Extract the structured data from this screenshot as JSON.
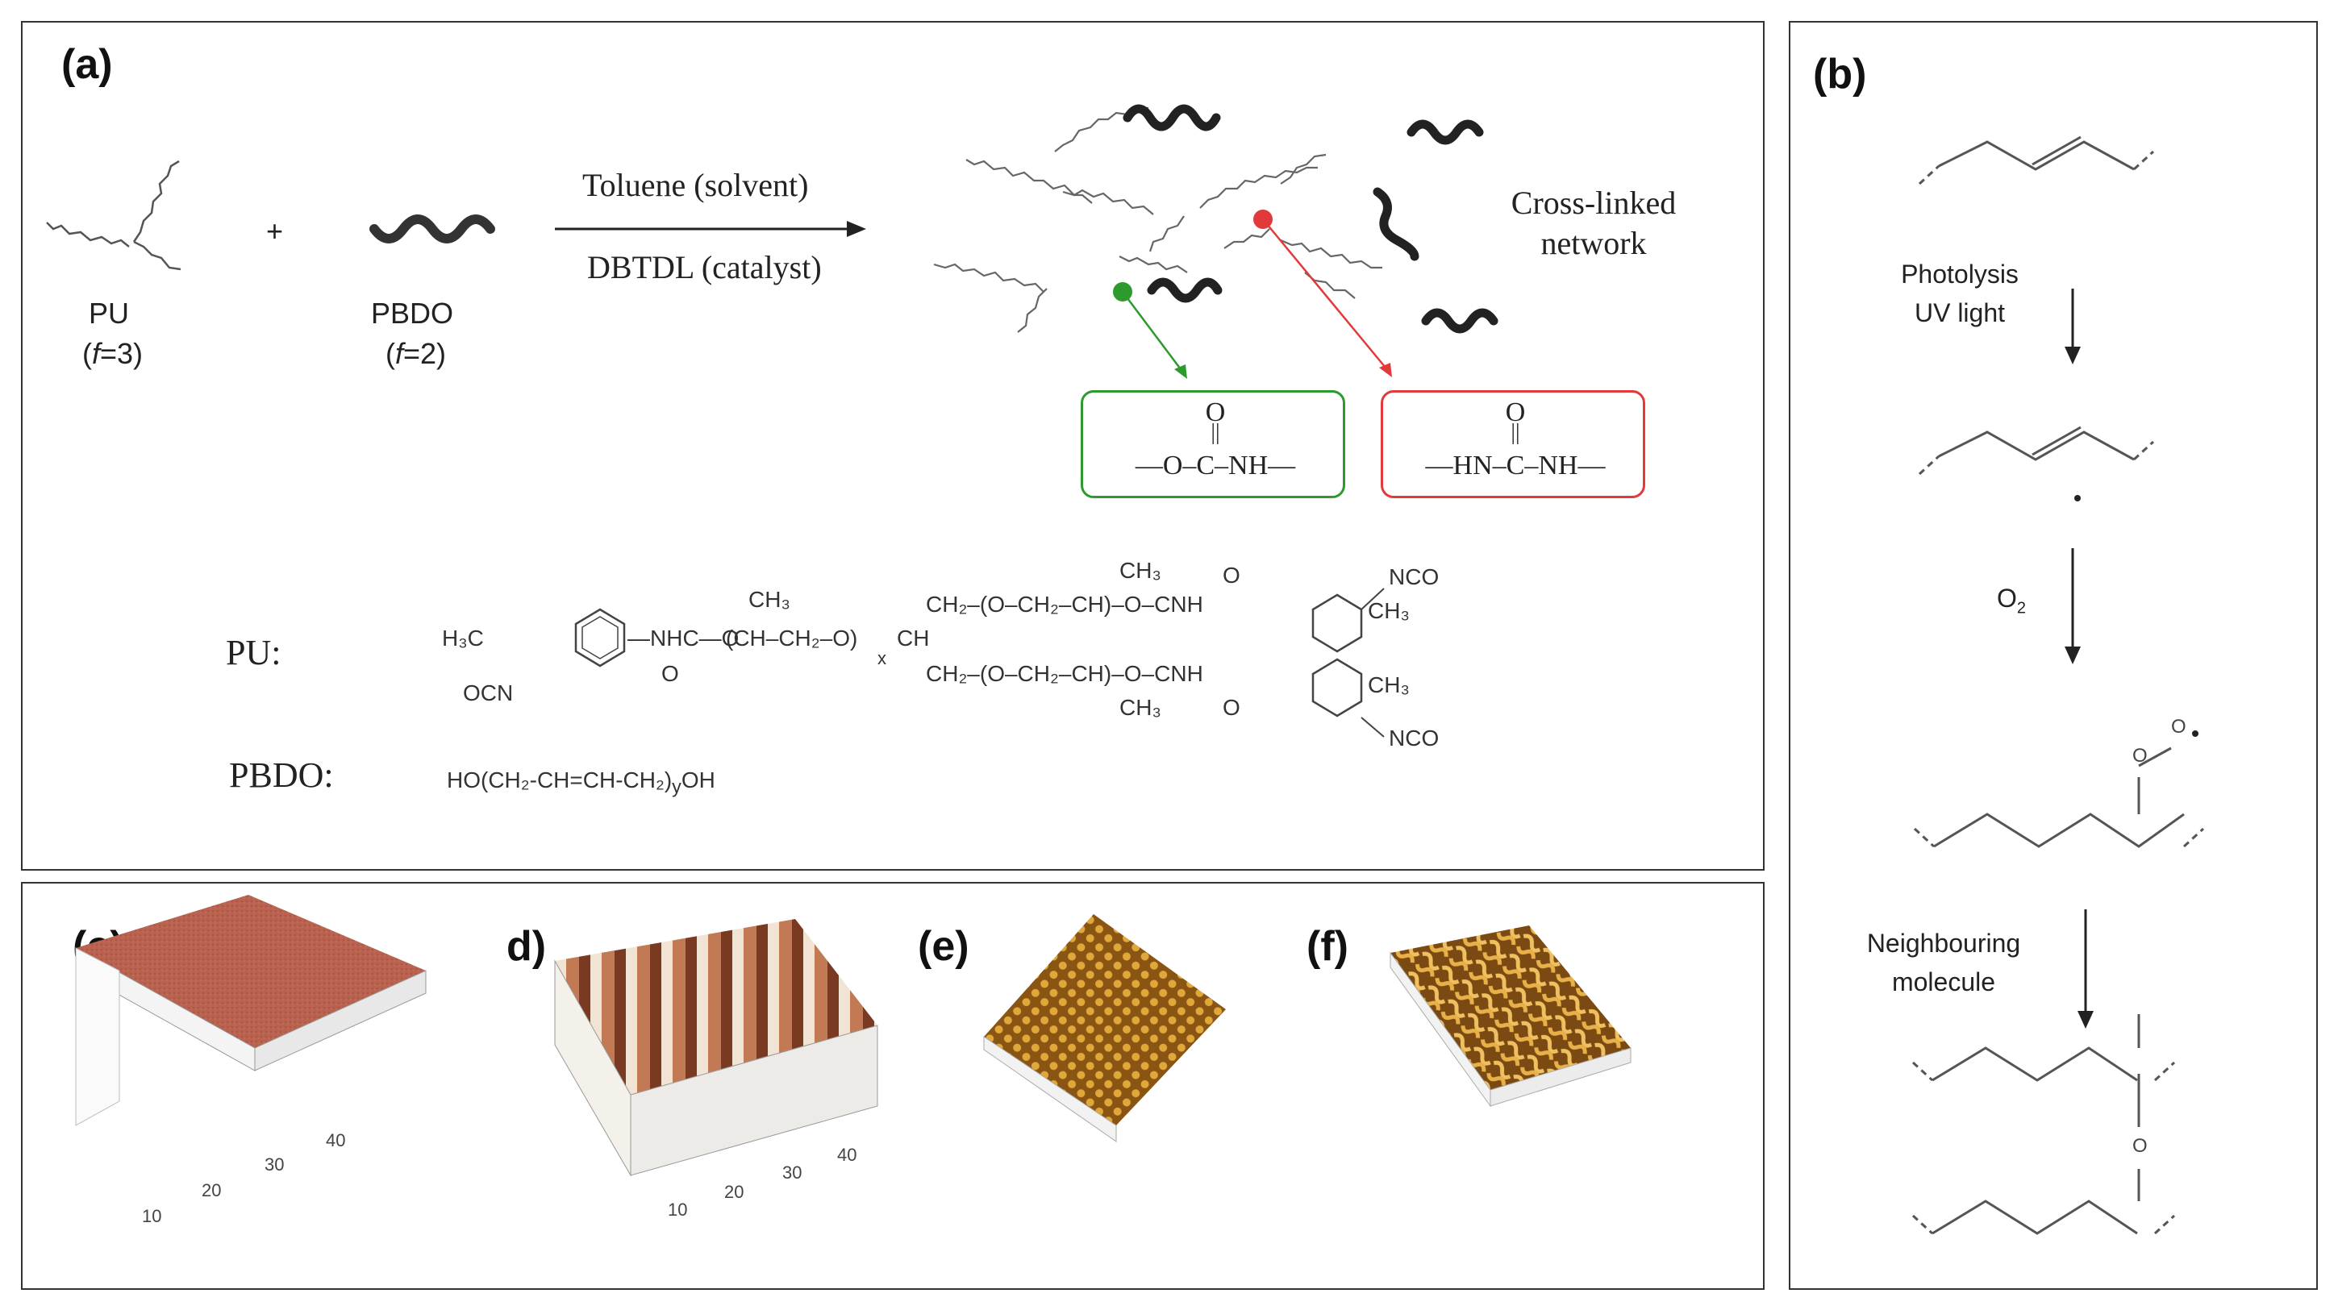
{
  "panel_a": {
    "label": "(a)",
    "reactant1": {
      "name": "PU",
      "func_prefix": "(",
      "func_var": "f",
      "func_suffix": "=3)"
    },
    "plus": "+",
    "reactant2": {
      "name": "PBDO",
      "func_prefix": "(",
      "func_var": "f",
      "func_suffix": "=2)"
    },
    "arrow_top": "Toluene (solvent)",
    "arrow_bottom": "DBTDL (catalyst)",
    "product_line1": "Cross-linked",
    "product_line2": "network",
    "urethane": {
      "o": "O",
      "eq": "||",
      "chain": "—O–C–NH—"
    },
    "urea": {
      "o": "O",
      "eq": "||",
      "chain": "—HN–C–NH—"
    },
    "pu_label": "PU:",
    "pbdo_label": "PBDO:",
    "pu_formula": {
      "h3c": "H₃C",
      "ocn": "OCN",
      "nhc": "—NHC—O",
      "o_dbl": "O",
      "ch3_top": "CH₃",
      "backbone": "(CH–CH₂–O)",
      "x": "x",
      "ch": "CH",
      "upper_chain": "CH₂–(O–CH₂–CH)–O–CNH",
      "lower_chain": "CH₂–(O–CH₂–CH)–O–CNH",
      "ch3_upper": "CH₃",
      "ch3_lower": "CH₃",
      "o1": "O",
      "o2": "O",
      "nco_top": "NCO",
      "nco_bottom": "NCO",
      "ch3_ring_top": "CH₃",
      "ch3_ring_bottom": "CH₃"
    },
    "pbdo_formula": {
      "left": "HO",
      "mid": "(CH₂-CH=CH-CH₂)",
      "right": "OH",
      "y": "y"
    }
  },
  "panel_b": {
    "label": "(b)",
    "step1": [
      "Photolysis",
      "UV light"
    ],
    "step2": "O",
    "step2_sub": "2",
    "step3": [
      "Neighbouring",
      "molecule"
    ],
    "atom_o": "O"
  },
  "panel_cf": {
    "labels": [
      "(c)",
      "d)",
      "(e)",
      "(f)"
    ],
    "axis_ticks": [
      "10",
      "20",
      "30",
      "40"
    ]
  },
  "colors": {
    "urethane_green": "#2e9a2e",
    "urea_red": "#e23a3a",
    "surface_c": "#b8624f",
    "surface_d": "#c27a55",
    "surface_e": "#b97a1c",
    "surface_f": "#c48a2a"
  }
}
